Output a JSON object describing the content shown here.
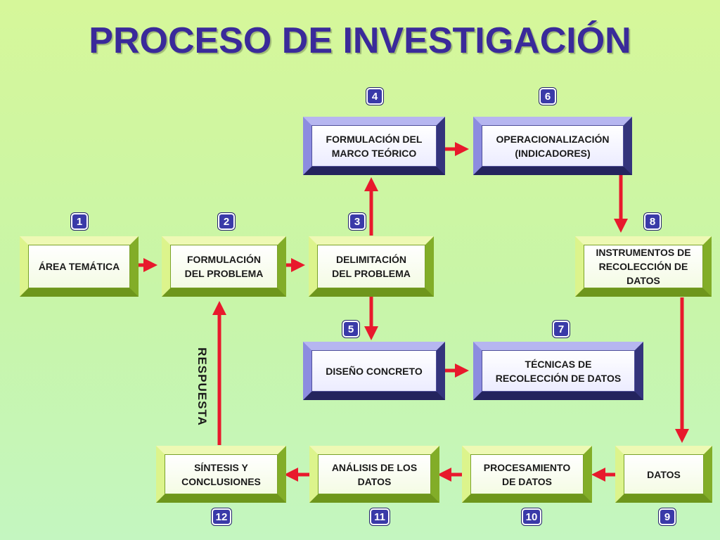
{
  "title": "PROCESO DE INVESTIGACIÓN",
  "colors": {
    "title": "#3a2a9a",
    "arrow": "#e8192c",
    "badge": "#3a3aa8",
    "blue_box": "#5a5ab4",
    "green_box": "#a6d438"
  },
  "boxes": {
    "b1": "ÁREA TEMÁTICA",
    "b2": "FORMULACIÓN\nDEL PROBLEMA",
    "b3": "DELIMITACIÓN\nDEL PROBLEMA",
    "b4": "FORMULACIÓN DEL\nMARCO TEÓRICO",
    "b5": "DISEÑO CONCRETO",
    "b6": "OPERACIONALIZACIÓN\n(INDICADORES)",
    "b7": "TÉCNICAS DE\nRECOLECCIÓN DE DATOS",
    "b8": "INSTRUMENTOS DE\nRECOLECCIÓN DE\nDATOS",
    "b9": "DATOS",
    "b10": "PROCESAMIENTO\nDE DATOS",
    "b11": "ANÁLISIS DE LOS\nDATOS",
    "b12": "SÍNTESIS Y\nCONCLUSIONES"
  },
  "numbers": {
    "n1": "1",
    "n2": "2",
    "n3": "3",
    "n4": "4",
    "n5": "5",
    "n6": "6",
    "n7": "7",
    "n8": "8",
    "n9": "9",
    "n10": "10",
    "n11": "11",
    "n12": "12"
  },
  "respuesta": "RESPUESTA"
}
